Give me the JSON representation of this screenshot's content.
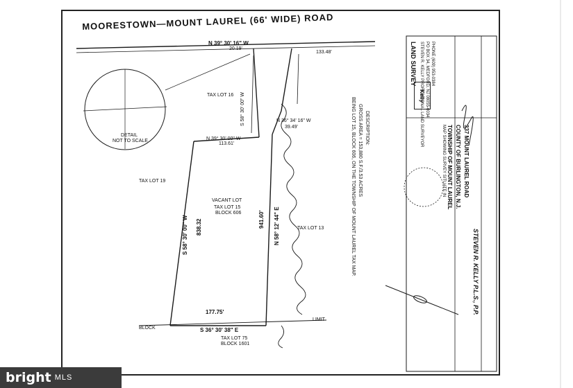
{
  "road": {
    "title": "MOORESTOWN—MOUNT LAUREL (66' WIDE) ROAD"
  },
  "bearings": {
    "top": "N 39° 30' 16\" W",
    "top_dist": "20.19'",
    "mid": "N 39° 30' 00\" W",
    "mid_dist": "113.61'",
    "right_mid": "N 36° 34' 16\" W",
    "right_mid_dist": "39.49'",
    "left_line": "S 58° 30' 00\" W",
    "left_dist": "838.32",
    "right_line": "N 58° 12' 44\" E",
    "right_dist": "941.60'",
    "bottom": "S 36° 30' 38\" E",
    "bottom_dist": "177.75'",
    "far_right": "133.48'",
    "stub": "S 58° 30' 00\" W"
  },
  "lots": {
    "lot16": "TAX LOT 16",
    "lot19": "TAX LOT 19",
    "lot13": "TAX LOT 13",
    "vacant": "VACANT LOT",
    "lot15": "TAX LOT 15",
    "block606": "BLOCK 606",
    "lot75": "TAX LOT 75",
    "block1601": "BLOCK 1601"
  },
  "detail": {
    "title": "DETAIL",
    "subtitle": "NOT TO SCALE"
  },
  "limit": {
    "block": "BLOCK",
    "limit": "LIMIT"
  },
  "notes": {
    "line1": "BEING LOT 15, BLOCK 606, ON THE TOWNSHIP OF MOUNT LAUREL TAX MAP.",
    "line2": "GROSS AREA = 153,880 S.F./3.53 ACRES",
    "line3": "DESCRIPTION:"
  },
  "title_block": {
    "heading": "LAND SURVEY",
    "firm": "STEVEN R. KELLY PROFESSIONAL LAND SURVEYOR",
    "address": "PO BOX 34, MEDFORD, NJ 08055-0034",
    "phone": "PHONE (609) 953-0384",
    "map": "MAP SHOWING SURVEY SITUATE IN",
    "township": "TOWNSHIP OF MOUNT LAUREL",
    "county": "COUNTY OF BURLINGTON, N.J.",
    "address2": "337 MOUNT LAUREL ROAD",
    "signature": "STEVEN R. KELLY P.L.S., P.P."
  },
  "logo": {
    "text": "Kelly"
  },
  "watermark": {
    "brand": "bright",
    "mls": "MLS"
  },
  "colors": {
    "line": "#1a1a1a",
    "paper": "#ffffff",
    "watermark_bg": "#3b3b3b"
  }
}
